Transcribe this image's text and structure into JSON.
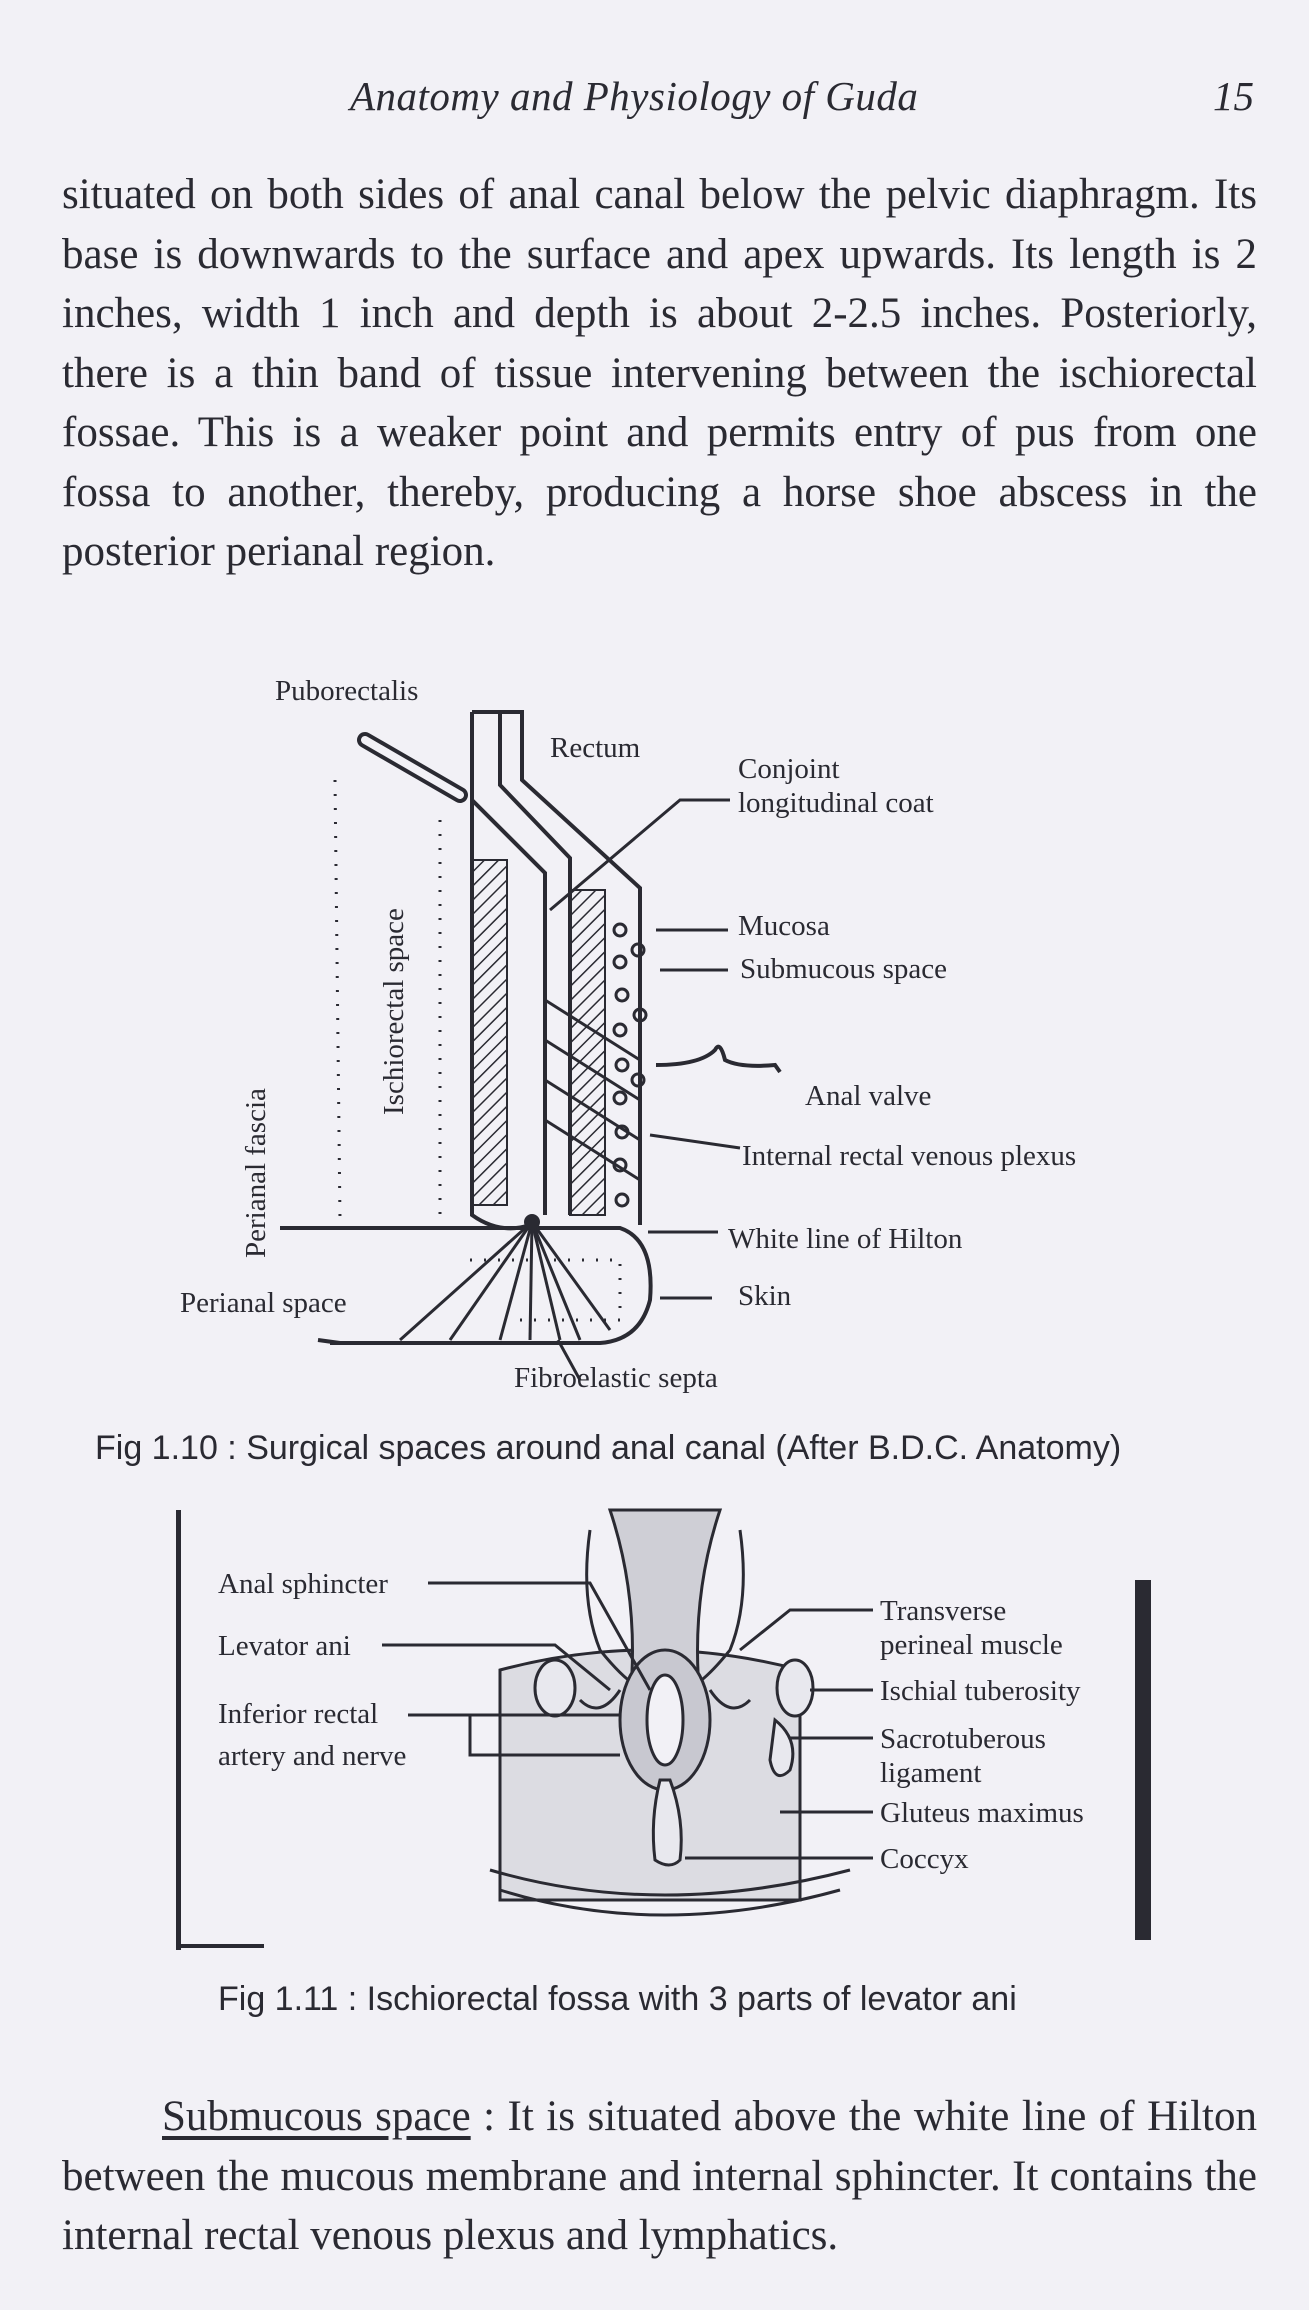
{
  "header": {
    "running_title": "Anatomy and Physiology of Guda",
    "page_number": "15"
  },
  "paragraphs": {
    "intro": "situated on both sides of anal canal below the pelvic diaphragm. Its base is downwards to the surface and apex upwards. Its length is 2 inches, width 1 inch and depth is about 2-2.5 inches. Posteriorly, there is a thin band of tissue intervening between the ischiorectal fossae. This is a weaker point and permits entry of pus from one fossa to another, thereby, producing a horse shoe abscess in the posterior perianal region.",
    "submucous_term": "Submucous space",
    "submucous_body": " : It is situated above the white line of Hilton between the mucous membrane and internal sphincter. It contains the internal rectal venous plexus and lymphatics."
  },
  "figure_1_10": {
    "caption": "Fig 1.10 : Surgical spaces around anal canal (After B.D.C. Anatomy)",
    "labels": {
      "puborectalis": "Puborectalis",
      "rectum": "Rectum",
      "conjoint_1": "Conjoint",
      "conjoint_2": "longitudinal coat",
      "mucosa": "Mucosa",
      "submucous_space": "Submucous space",
      "anal_valve": "Anal valve",
      "internal_plexus": "Internal rectal venous plexus",
      "white_line": "White line of Hilton",
      "skin": "Skin",
      "fibroelastic": "Fibroelastic septa",
      "perianal_space": "Perianal space",
      "perianal_fascia": "Perianal fascia",
      "ischiorectal_space": "Ischiorectal space"
    }
  },
  "figure_1_11": {
    "caption": "Fig 1.11 : Ischiorectal fossa with 3 parts of levator ani",
    "labels": {
      "anal_sphincter": "Anal sphincter",
      "levator_ani": "Levator ani",
      "inferior_rectal_1": "Inferior rectal",
      "inferior_rectal_2": "artery and nerve",
      "transverse_1": "Transverse",
      "transverse_2": "perineal muscle",
      "ischial_tuberosity": "Ischial tuberosity",
      "sacrotuberous_1": "Sacrotuberous",
      "sacrotuberous_2": "ligament",
      "gluteus": "Gluteus maximus",
      "coccyx": "Coccyx"
    }
  }
}
